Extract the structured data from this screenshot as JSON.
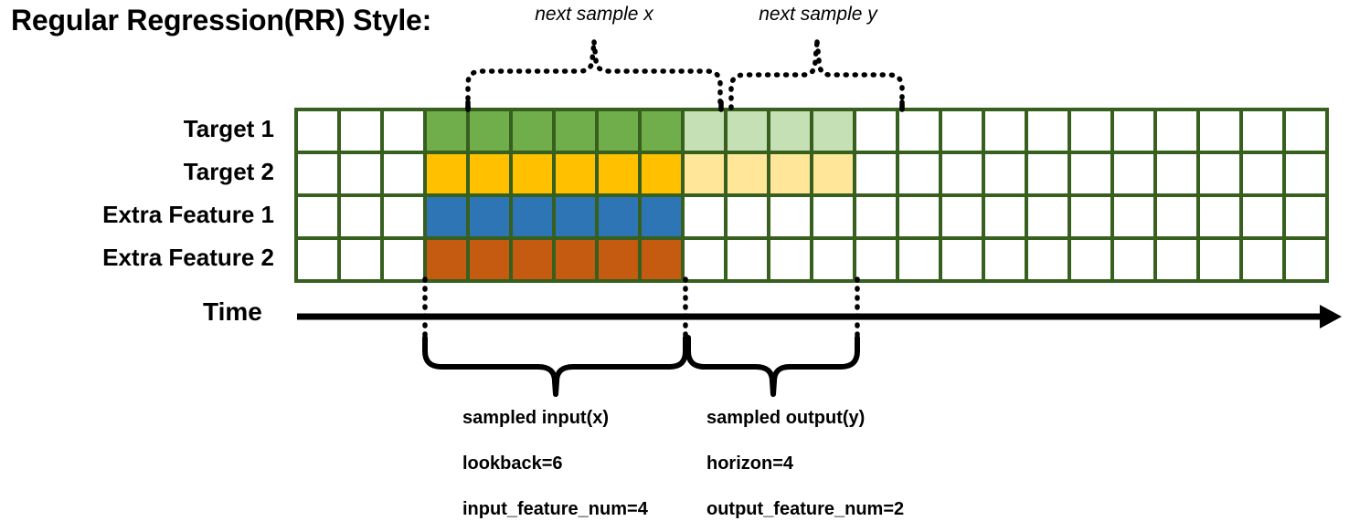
{
  "title": "Regular Regression(RR) Style:",
  "colors": {
    "grid_border": "#375F1E",
    "target1": "#6FAE4B",
    "target1_faded": "#C5E0B4",
    "target2": "#FFC000",
    "target2_faded": "#FFE699",
    "extra_feature1": "#2E75B6",
    "extra_feature2": "#C55A11",
    "line": "#000000"
  },
  "top_braces": [
    {
      "label": "next sample x"
    },
    {
      "label": "next sample y"
    }
  ],
  "rows": [
    {
      "label": "Target 1",
      "cells": [
        "empty",
        "empty",
        "empty",
        "c-green",
        "c-green",
        "c-green",
        "c-green",
        "c-green",
        "c-green",
        "c-greenlt",
        "c-greenlt",
        "c-greenlt",
        "c-greenlt",
        "empty",
        "empty",
        "empty",
        "empty",
        "empty",
        "empty",
        "empty",
        "empty",
        "empty",
        "empty",
        "empty"
      ]
    },
    {
      "label": "Target 2",
      "cells": [
        "empty",
        "empty",
        "empty",
        "c-yellow",
        "c-yellow",
        "c-yellow",
        "c-yellow",
        "c-yellow",
        "c-yellow",
        "c-yellowlt",
        "c-yellowlt",
        "c-yellowlt",
        "c-yellowlt",
        "empty",
        "empty",
        "empty",
        "empty",
        "empty",
        "empty",
        "empty",
        "empty",
        "empty",
        "empty",
        "empty"
      ]
    },
    {
      "label": "Extra Feature 1",
      "cells": [
        "empty",
        "empty",
        "empty",
        "c-blue",
        "c-blue",
        "c-blue",
        "c-blue",
        "c-blue",
        "c-blue",
        "empty",
        "empty",
        "empty",
        "empty",
        "empty",
        "empty",
        "empty",
        "empty",
        "empty",
        "empty",
        "empty",
        "empty",
        "empty",
        "empty",
        "empty"
      ]
    },
    {
      "label": "Extra Feature 2",
      "cells": [
        "empty",
        "empty",
        "empty",
        "c-orange",
        "c-orange",
        "c-orange",
        "c-orange",
        "c-orange",
        "c-orange",
        "empty",
        "empty",
        "empty",
        "empty",
        "empty",
        "empty",
        "empty",
        "empty",
        "empty",
        "empty",
        "empty",
        "empty",
        "empty",
        "empty",
        "empty"
      ]
    }
  ],
  "grid": {
    "columns": 24,
    "row_count": 4
  },
  "axis": {
    "label": "Time"
  },
  "bottom_braces": [
    {
      "line1": "sampled input(x)",
      "line2": "lookback=6",
      "line3": "input_feature_num=4"
    },
    {
      "line1": "sampled output(y)",
      "line2": "horizon=4",
      "line3": "output_feature_num=2"
    }
  ]
}
